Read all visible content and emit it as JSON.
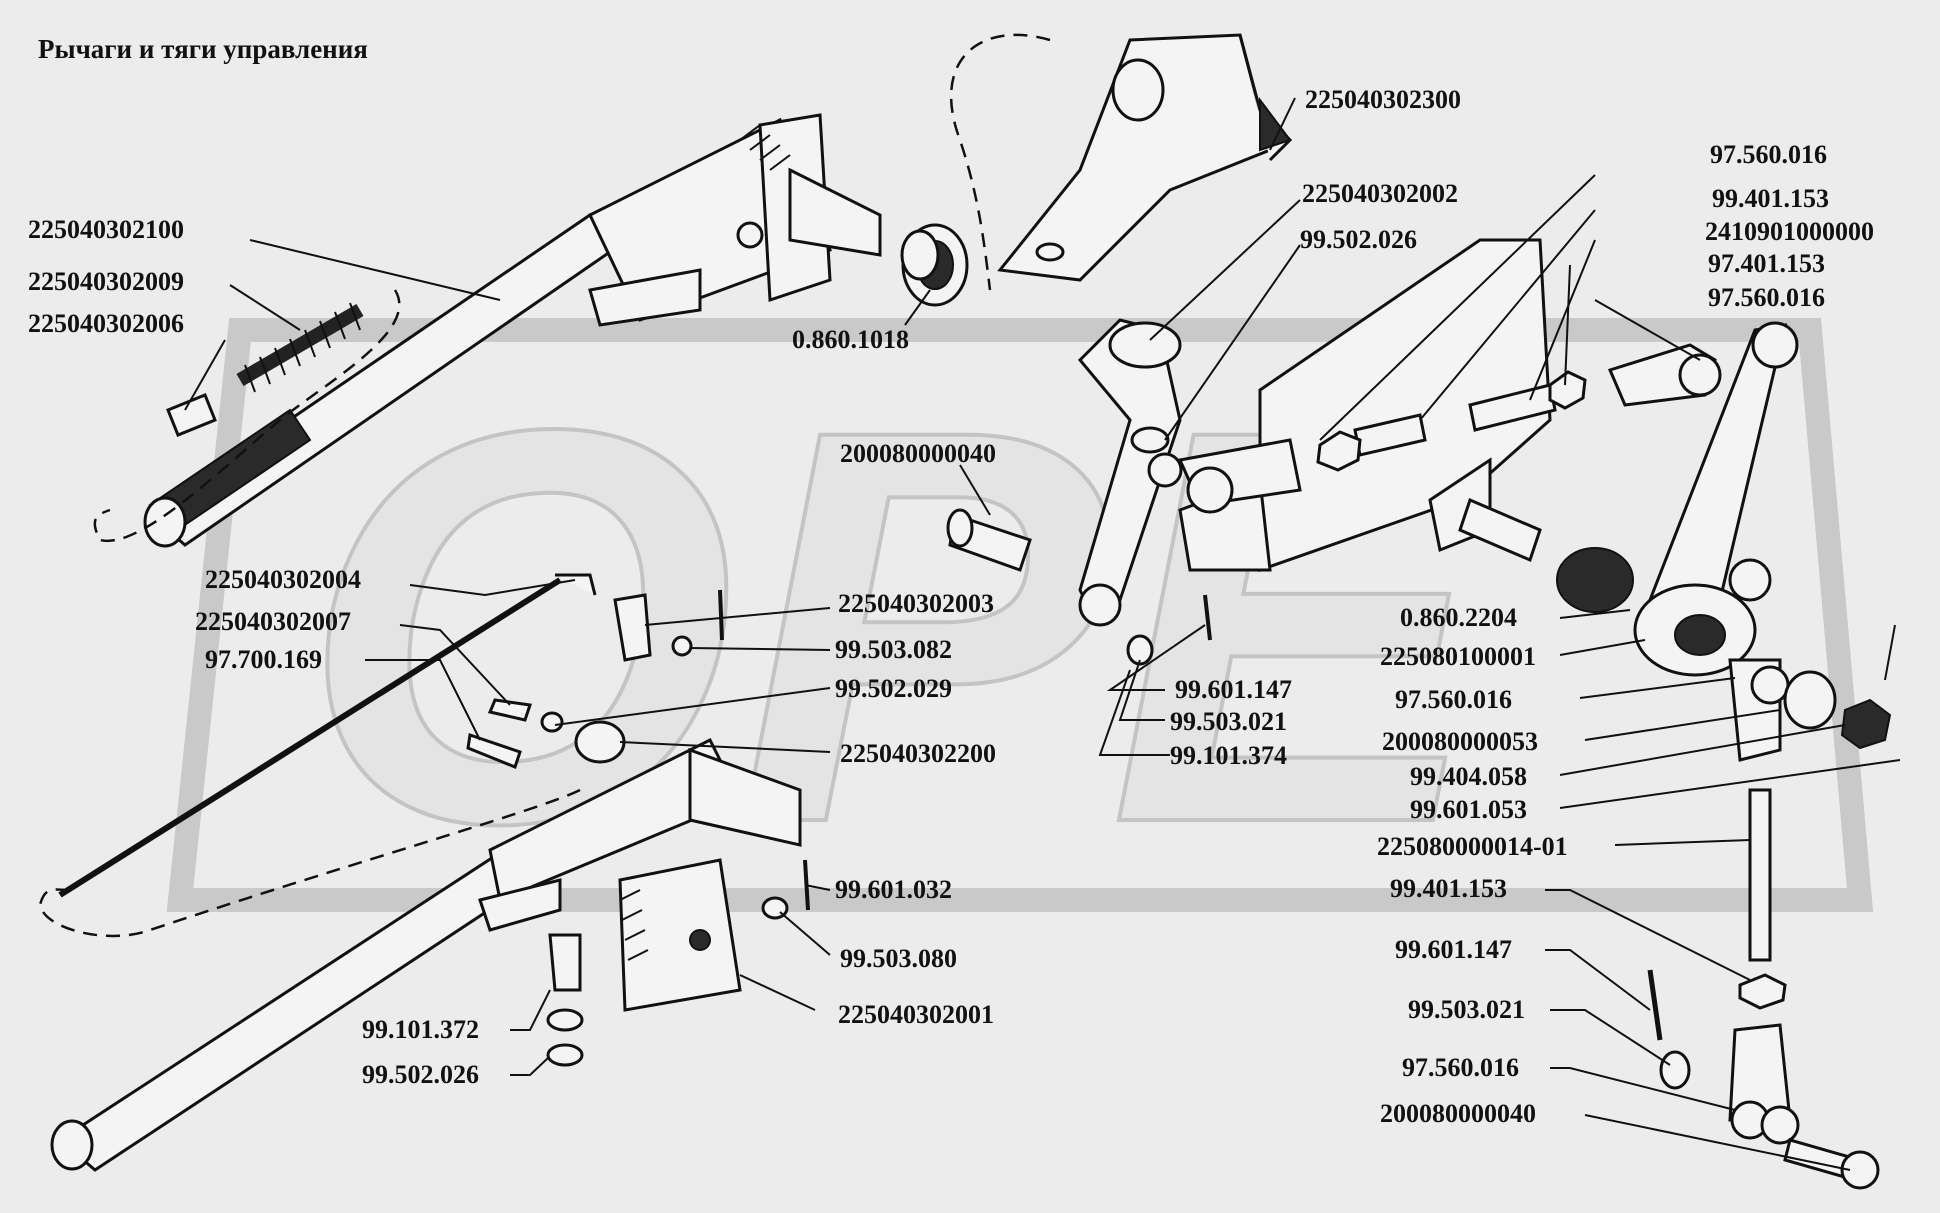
{
  "title": "Рычаги и тяги управления",
  "watermark": "ОРЕ",
  "labels": {
    "p225040302300": "225040302300",
    "p225040302100": "225040302100",
    "p225040302009": "225040302009",
    "p225040302006": "225040302006",
    "p0_860_1018": "0.860.1018",
    "p97_560_016_a": "97.560.016",
    "p99_401_153_a": "99.401.153",
    "p2410901000000": "2410901000000",
    "p97_401_153": "97.401.153",
    "p97_560_016_b": "97.560.016",
    "p225040302002": "225040302002",
    "p99_502_026_a": "99.502.026",
    "p200080000040_a": "200080000040",
    "p225040302004": "225040302004",
    "p225040302007": "225040302007",
    "p97_700_169": "97.700.169",
    "p225040302003": "225040302003",
    "p99_503_082": "99.503.082",
    "p99_502_029": "99.502.029",
    "p225040302200": "225040302200",
    "p0_860_2204": "0.860.2204",
    "p225080100001": "225080100001",
    "p99_601_147_a": "99.601.147",
    "p99_503_021_a": "99.503.021",
    "p99_101_374": "99.101.374",
    "p97_560_016_c": "97.560.016",
    "p200080000053": "200080000053",
    "p99_404_058": "99.404.058",
    "p99_601_053": "99.601.053",
    "p225080000014_01": "225080000014-01",
    "p99_401_153_b": "99.401.153",
    "p99_601_147_b": "99.601.147",
    "p99_503_021_b": "99.503.021",
    "p97_560_016_d": "97.560.016",
    "p200080000040_b": "200080000040",
    "p99_601_032": "99.601.032",
    "p99_503_080": "99.503.080",
    "p225040302001": "225040302001",
    "p99_101_372": "99.101.372",
    "p99_502_026_b": "99.502.026"
  }
}
